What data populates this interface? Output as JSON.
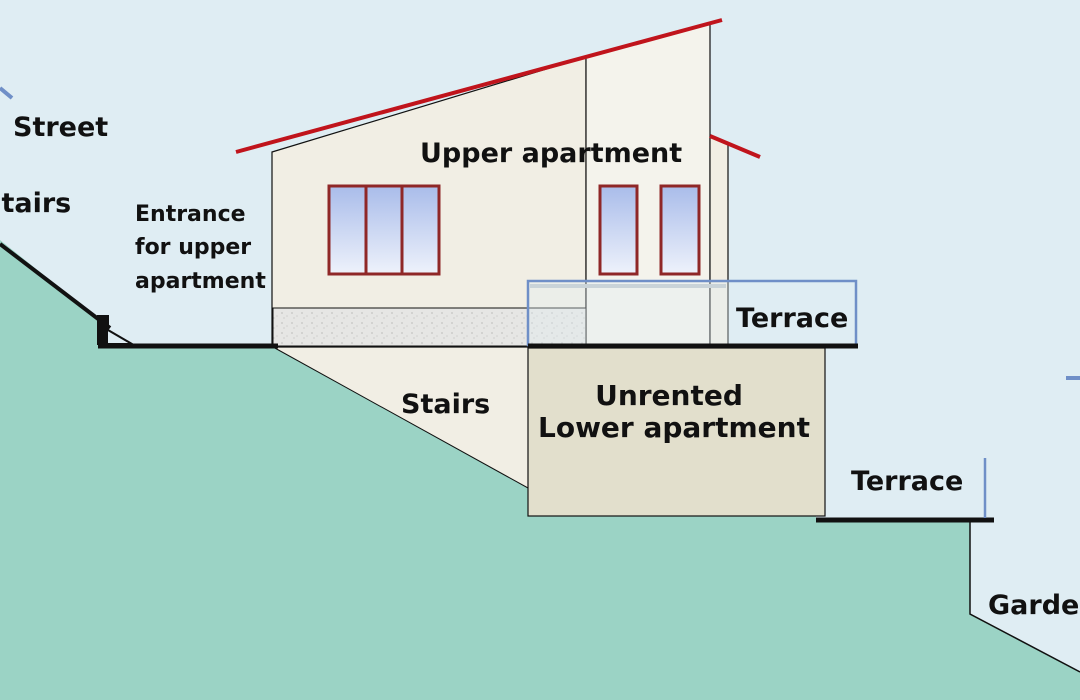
{
  "labels": {
    "street": "Street",
    "stairs_left": "Stairs",
    "entrance_line1": "Entrance",
    "entrance_line2": "for upper",
    "entrance_line3": "apartment",
    "upper_apartment": "Upper apartment",
    "terrace_upper": "Terrace",
    "stairs_middle": "Stairs",
    "lower_line1": "Unrented",
    "lower_line2": "Lower apartment",
    "terrace_lower": "Terrace",
    "garden": "Garden"
  },
  "colors": {
    "sky": "#dfedf3",
    "ground": "#9bd3c5",
    "house_wall": "#f1eee4",
    "house_wall_right": "#f4f3ec",
    "lower_apartment": "#e2dfcc",
    "roof": "#c0141c",
    "window_frame": "#8f2727",
    "window_glass": "#b9c8ee",
    "railing": "#6f8fc7",
    "outline": "#111111"
  }
}
